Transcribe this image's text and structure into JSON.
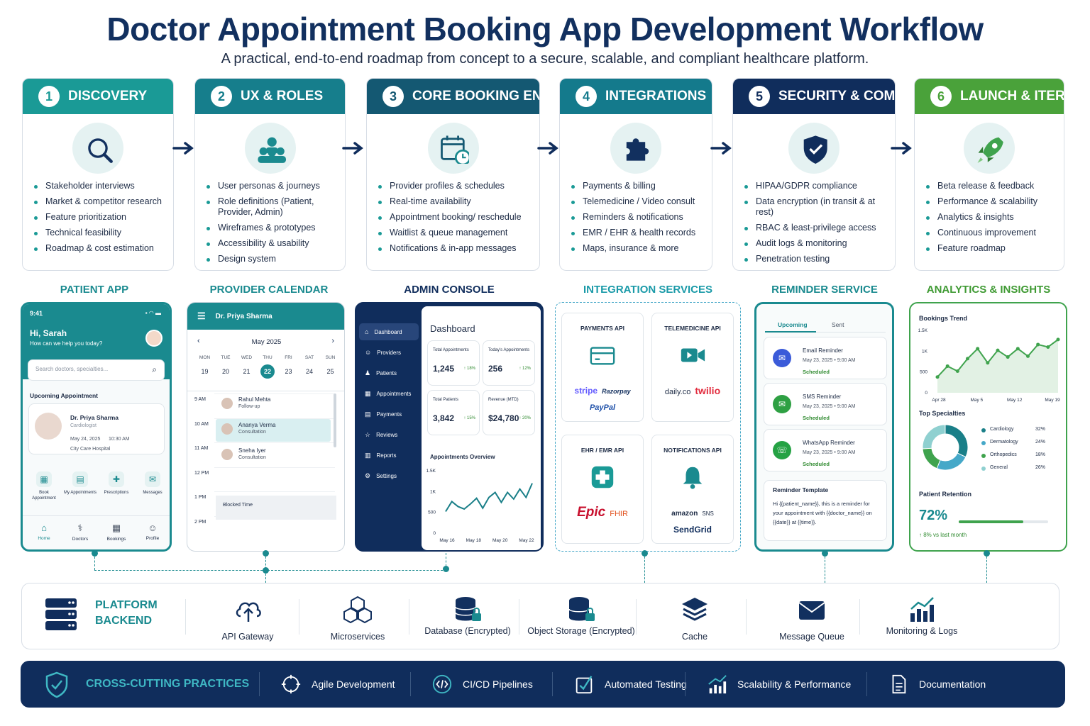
{
  "title": "Doctor Appointment Booking App Development Workflow",
  "subtitle": "A practical, end-to-end roadmap from concept to a secure, scalable, and compliant healthcare platform.",
  "stages": [
    {
      "num": "1",
      "title": "DISCOVERY",
      "color": "#1a9a96",
      "icon": "magnifier-icon",
      "items": [
        "Stakeholder interviews",
        "Market & competitor research",
        "Feature prioritization",
        "Technical feasibility",
        "Roadmap & cost estimation"
      ]
    },
    {
      "num": "2",
      "title": "UX & ROLES",
      "color": "#167e8c",
      "icon": "users-icon",
      "items": [
        "User personas & journeys",
        "Role definitions (Patient, Provider, Admin)",
        "Wireframes & prototypes",
        "Accessibility & usability",
        "Design system"
      ]
    },
    {
      "num": "3",
      "title": "CORE BOOKING ENGINE",
      "color": "#145872",
      "icon": "calendar-clock-icon",
      "items": [
        "Provider profiles & schedules",
        "Real-time availability",
        "Appointment booking/ reschedule",
        "Waitlist & queue management",
        "Notifications & in-app messages"
      ]
    },
    {
      "num": "4",
      "title": "INTEGRATIONS",
      "color": "#147a8c",
      "icon": "puzzle-icon",
      "items": [
        "Payments & billing",
        "Telemedicine / Video consult",
        "Reminders & notifications",
        "EMR / EHR & health records",
        "Maps, insurance & more"
      ]
    },
    {
      "num": "5",
      "title": "SECURITY & COMPLIANCE",
      "color": "#102d5c",
      "icon": "shield-check-icon",
      "items": [
        "HIPAA/GDPR compliance",
        "Data encryption (in transit & at rest)",
        "RBAC & least-privilege access",
        "Audit logs & monitoring",
        "Penetration testing"
      ]
    },
    {
      "num": "6",
      "title": "LAUNCH & ITERATION",
      "color": "#4aa23a",
      "icon": "rocket-icon",
      "items": [
        "Beta release & feedback",
        "Performance & scalability",
        "Analytics & insights",
        "Continuous improvement",
        "Feature roadmap"
      ]
    }
  ],
  "panel_titles": {
    "patient": "PATIENT APP",
    "provider": "PROVIDER CALENDAR",
    "admin": "ADMIN CONSOLE",
    "integration": "INTEGRATION SERVICES",
    "reminder": "REMINDER SERVICE",
    "analytics": "ANALYTICS & INSIGHTS"
  },
  "patient": {
    "time": "9:41",
    "greeting": "Hi, Sarah",
    "prompt": "How can we help you today?",
    "search_placeholder": "Search doctors, specialties...",
    "upcoming_label": "Upcoming Appointment",
    "doctor": "Dr. Priya Sharma",
    "specialty": "Cardiologist",
    "date": "May 24, 2025",
    "time_slot": "10:30 AM",
    "hospital": "City Care Hospital",
    "actions": [
      "Book Appointment",
      "My Appointments",
      "Prescriptions",
      "Messages"
    ],
    "nav": [
      "Home",
      "Doctors",
      "Bookings",
      "Profile"
    ]
  },
  "provider": {
    "name": "Dr. Priya Sharma",
    "month": "May 2025",
    "days": [
      "MON",
      "TUE",
      "WED",
      "THU",
      "FRI",
      "SAT",
      "SUN"
    ],
    "dates": [
      "19",
      "20",
      "21",
      "22",
      "23",
      "24",
      "25"
    ],
    "selected": "22",
    "times": [
      "9 AM",
      "10 AM",
      "11 AM",
      "12 PM",
      "1 PM",
      "2 PM"
    ],
    "appointments": [
      {
        "name": "Rahul Mehta",
        "type": "Follow-up"
      },
      {
        "name": "Ananya Verma",
        "type": "Consultation"
      },
      {
        "name": "Sneha Iyer",
        "type": "Consultation"
      }
    ],
    "blocked": "Blocked Time"
  },
  "admin": {
    "menu": [
      "Dashboard",
      "Providers",
      "Patients",
      "Appointments",
      "Payments",
      "Reviews",
      "Reports",
      "Settings"
    ],
    "heading": "Dashboard",
    "stats": [
      {
        "label": "Total Appointments",
        "value": "1,245",
        "delta": "↑ 18%"
      },
      {
        "label": "Today's Appointments",
        "value": "256",
        "delta": "↑ 12%"
      },
      {
        "label": "Total Patients",
        "value": "3,842",
        "delta": "↑ 15%"
      },
      {
        "label": "Revenue (MTD)",
        "value": "$24,780",
        "delta": "↑ 20%"
      }
    ],
    "chart_title": "Appointments Overview"
  },
  "integration": {
    "boxes": [
      {
        "title": "PAYMENTS API",
        "icon": "credit-card-icon",
        "brands": [
          "stripe",
          "Razorpay",
          "PayPal"
        ]
      },
      {
        "title": "TELEMEDICINE API",
        "icon": "video-camera-icon",
        "brands": [
          "daily.co",
          "twilio"
        ]
      },
      {
        "title": "EHR / EMR API",
        "icon": "medical-cross-icon",
        "brands": [
          "Epic",
          "FHIR"
        ]
      },
      {
        "title": "NOTIFICATIONS API",
        "icon": "bell-icon",
        "brands": [
          "amazon",
          "SNS",
          "SendGrid"
        ]
      }
    ]
  },
  "reminder": {
    "tabs": [
      "Upcoming",
      "Sent"
    ],
    "items": [
      {
        "title": "Email Reminder",
        "date": "May 23, 2025",
        "time": "9:00 AM",
        "status": "Scheduled",
        "color": "#3b5bd9"
      },
      {
        "title": "SMS Reminder",
        "date": "May 23, 2025",
        "time": "9:00 AM",
        "status": "Scheduled",
        "color": "#2ea043"
      },
      {
        "title": "WhatsApp Reminder",
        "date": "May 23, 2025",
        "time": "9:00 AM",
        "status": "Scheduled",
        "color": "#25a244"
      }
    ],
    "template_title": "Reminder Template",
    "template": "Hi {{patient_name}}, this is a reminder for your appointment with {{doctor_name}} on {{date}} at {{time}}."
  },
  "analytics": {
    "trend_title": "Bookings Trend",
    "specialties_title": "Top Specialties",
    "specialties": [
      {
        "name": "Cardiology",
        "pct": "32%",
        "color": "#1a7f88"
      },
      {
        "name": "Dermatology",
        "pct": "24%",
        "color": "#45a8c8"
      },
      {
        "name": "Orthopedics",
        "pct": "18%",
        "color": "#3fa34d"
      },
      {
        "name": "General",
        "pct": "26%",
        "color": "#8fd0d0"
      }
    ],
    "retention_title": "Patient Retention",
    "retention": "72%",
    "retention_delta": "↑ 8% vs last month"
  },
  "backend": {
    "title_line1": "PLATFORM",
    "title_line2": "BACKEND",
    "items": [
      {
        "label": "API Gateway",
        "icon": "cloud-upload-icon"
      },
      {
        "label": "Microservices",
        "icon": "cubes-icon"
      },
      {
        "label": "Database (Encrypted)",
        "icon": "database-lock-icon"
      },
      {
        "label": "Object Storage (Encrypted)",
        "icon": "storage-lock-icon"
      },
      {
        "label": "Cache",
        "icon": "layers-icon"
      },
      {
        "label": "Message Queue",
        "icon": "envelope-icon"
      },
      {
        "label": "Monitoring & Logs",
        "icon": "bar-chart-icon"
      }
    ]
  },
  "cross": {
    "title": "CROSS-CUTTING PRACTICES",
    "items": [
      {
        "label": "Agile Development",
        "icon": "cycle-icon"
      },
      {
        "label": "CI/CD Pipelines",
        "icon": "code-icon"
      },
      {
        "label": "Automated Testing",
        "icon": "checklist-icon"
      },
      {
        "label": "Scalability & Performance",
        "icon": "growth-chart-icon"
      },
      {
        "label": "Documentation",
        "icon": "document-icon"
      }
    ]
  },
  "chart_data": [
    {
      "type": "line",
      "title": "Appointments Overview",
      "x": [
        "May 16",
        "May 18",
        "May 20",
        "May 22"
      ],
      "y_ticks": [
        "0",
        "500",
        "1K",
        "1.5K"
      ],
      "values": [
        520,
        760,
        640,
        580,
        700,
        840,
        600,
        860,
        980,
        740,
        980,
        820,
        1060,
        860,
        1200
      ],
      "ylim": [
        0,
        1500
      ]
    },
    {
      "type": "area",
      "title": "Bookings Trend",
      "x": [
        "Apr 28",
        "May 5",
        "May 12",
        "May 19"
      ],
      "y_ticks": [
        "0",
        "500",
        "1K",
        "1.5K"
      ],
      "values": [
        380,
        640,
        520,
        820,
        1060,
        720,
        1020,
        860,
        1060,
        880,
        1160,
        1100,
        1280
      ],
      "ylim": [
        0,
        1500
      ]
    },
    {
      "type": "pie",
      "title": "Top Specialties",
      "categories": [
        "Cardiology",
        "Dermatology",
        "Orthopedics",
        "General"
      ],
      "values": [
        32,
        24,
        18,
        26
      ]
    }
  ]
}
